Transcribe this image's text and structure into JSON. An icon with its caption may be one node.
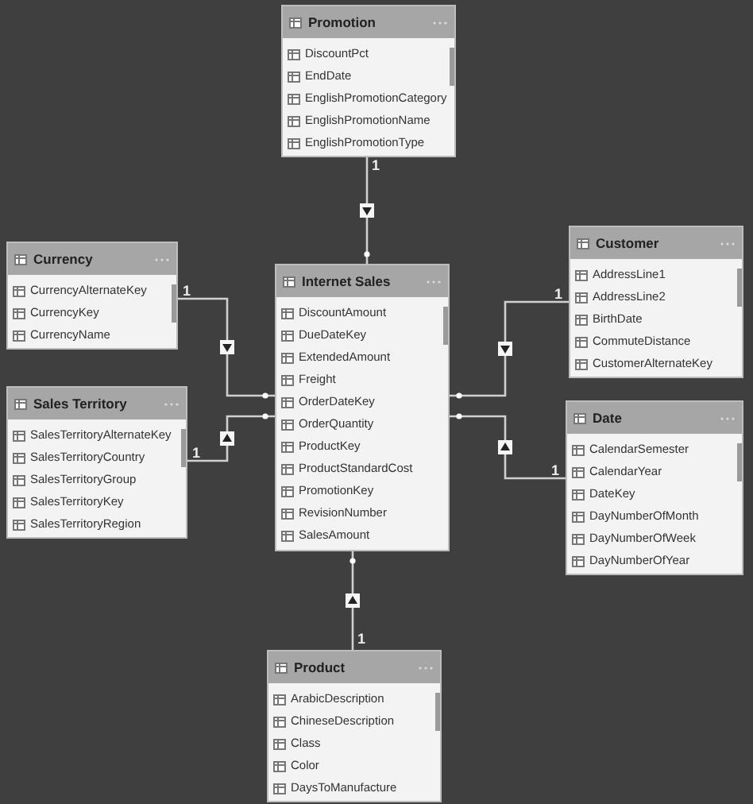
{
  "diagram": {
    "nodes": [
      {
        "text": [
          "Promotion",
          "DiscountPct",
          "EndDate",
          "EnglishPromotionCategory",
          "EnglishPromotionName",
          "EnglishPromotionType"
        ]
      },
      {
        "text": [
          "Customer",
          "AddressLine1",
          "AddressLine2",
          "BirthDate",
          "CommuteDistance",
          "CustomerAlternateKey"
        ]
      },
      {
        "text": [
          "Currency",
          "CurrencyAlternateKey",
          "CurrencyKey",
          "CurrencyName"
        ]
      },
      {
        "text": [
          "Internet Sales",
          "DiscountAmount",
          "DueDateKey",
          "ExtendedAmount",
          "Freight",
          "OrderDateKey",
          "OrderQuantity",
          "ProductKey",
          "ProductStandardCost",
          "PromotionKey",
          "RevisionNumber",
          "SalesAmount"
        ]
      },
      {
        "text": [
          "Sales Territory",
          "SalesTerritoryAlternateKey",
          "SalesTerritoryCountry",
          "SalesTerritoryGroup",
          "SalesTerritoryKey",
          "SalesTerritoryRegion"
        ]
      },
      {
        "text": [
          "Date",
          "CalendarSemester",
          "CalendarYear",
          "DateKey",
          "DayNumberOfMonth",
          "DayNumberOfWeek",
          "DayNumberOfYear"
        ]
      },
      {
        "text": [
          "Product",
          "ArabicDescription",
          "ChineseDescription",
          "Class",
          "Color",
          "DaysToManufacture"
        ]
      }
    ],
    "edges": [
      {
        "from": 0,
        "to": 3,
        "arrow": "to",
        "label": "1"
      },
      {
        "from": 2,
        "to": 3,
        "arrow": "to",
        "label": "1"
      },
      {
        "from": 4,
        "to": 3,
        "arrow": "to",
        "label": "1"
      },
      {
        "from": 1,
        "to": 3,
        "arrow": "to",
        "label": "1"
      },
      {
        "from": 5,
        "to": 3,
        "arrow": "to",
        "label": "1"
      },
      {
        "from": 6,
        "to": 3,
        "arrow": "to",
        "label": "1"
      }
    ]
  }
}
